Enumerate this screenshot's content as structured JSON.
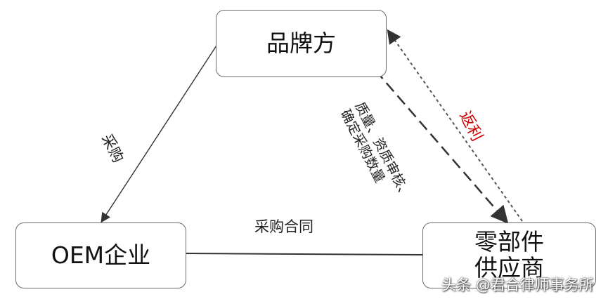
{
  "nodes": {
    "brand": "品牌方",
    "oem": "OEM企业",
    "supplier_line1": "零部件",
    "supplier_line2": "供应商"
  },
  "edges": {
    "brand_to_oem": "采购",
    "oem_supplier": "采购合同",
    "brand_to_supplier_line1": "质量、资质审核、",
    "brand_to_supplier_line2": "确定采购数量",
    "supplier_to_brand": "返利"
  },
  "colors": {
    "rebate": "#d00000",
    "lines": "#333333"
  },
  "watermark": "头条 @君合律师事务所"
}
